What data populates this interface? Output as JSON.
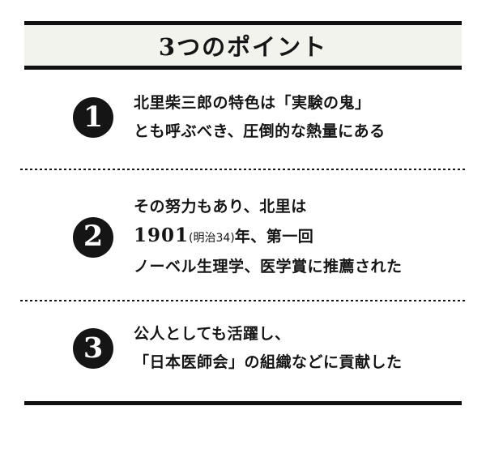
{
  "panel": {
    "background": "#ffffff",
    "header_background": "#f3f3ee",
    "rule_color": "#101010",
    "text_color": "#151515",
    "badge_background": "#151515",
    "badge_text_color": "#ffffff"
  },
  "header": {
    "title": "3つのポイント"
  },
  "points": [
    {
      "number": "1",
      "line1": "北里柴三郎の特色は「実験の鬼」",
      "line2": "とも呼ぶべき、圧倒的な熱量にある"
    },
    {
      "number": "2",
      "line1": "その努力もあり、北里は",
      "line2_year": "1901",
      "line2_era": "(明治34)",
      "line2_suffix": "年、第一回",
      "line3": "ノーベル生理学、医学賞に推薦された"
    },
    {
      "number": "3",
      "line1": "公人としても活躍し、",
      "line2": "「日本医師会」の組織などに貢献した"
    }
  ]
}
